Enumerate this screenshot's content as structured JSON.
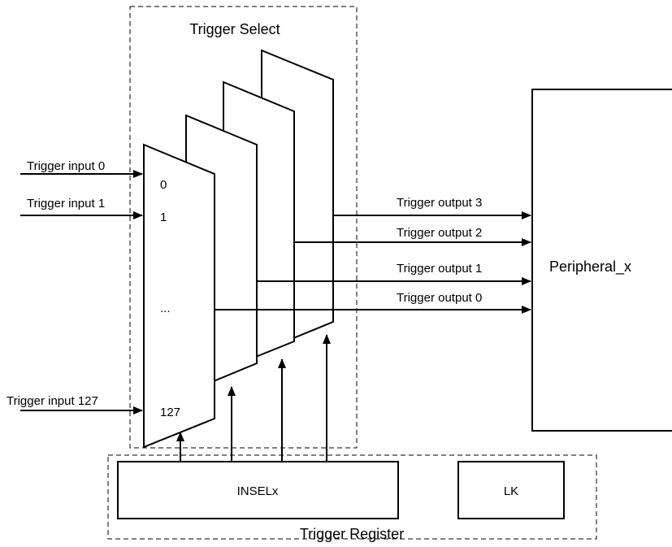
{
  "trigger_select": {
    "title": "Trigger Select"
  },
  "trigger_register": {
    "title": "Trigger Register"
  },
  "inputs": {
    "in0": "Trigger input 0",
    "in1": "Trigger input 1",
    "in127": "Trigger input 127"
  },
  "mux_ports": {
    "p0": "0",
    "p1": "1",
    "pdots": "...",
    "p127": "127"
  },
  "outputs": {
    "out3": "Trigger output 3",
    "out2": "Trigger output 2",
    "out1": "Trigger output 1",
    "out0": "Trigger output 0"
  },
  "peripheral": {
    "label": "Peripheral_x"
  },
  "registers": {
    "inselx": "INSELx",
    "lk": "LK"
  }
}
